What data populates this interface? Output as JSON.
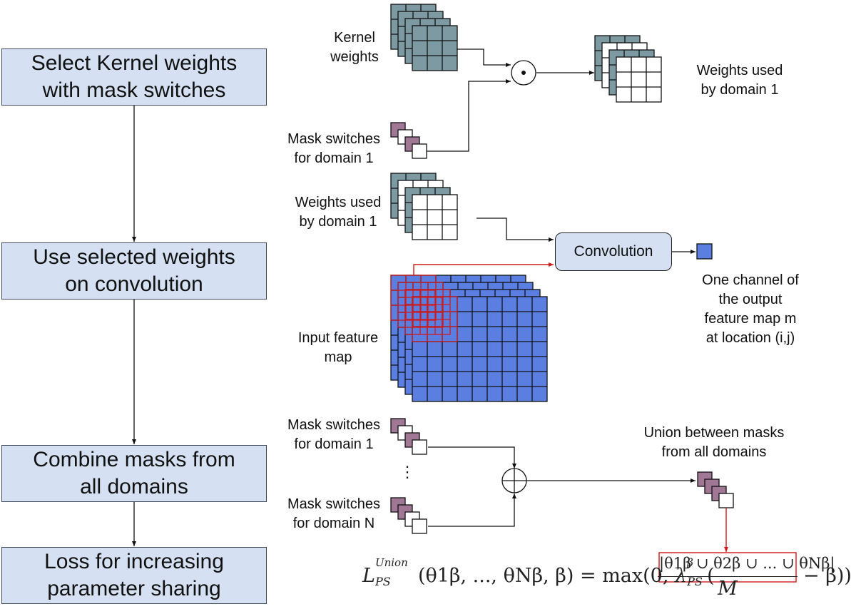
{
  "steps": [
    {
      "label": "Select Kernel weights\nwith mask switches"
    },
    {
      "label": "Use selected weights\non convolution"
    },
    {
      "label": "Combine masks from\nall domains"
    },
    {
      "label": "Loss for increasing\nparameter sharing"
    }
  ],
  "labels": {
    "kernel_weights": "Kernel\nweights",
    "mask_switches_domain1_top": "Mask switches\nfor domain 1",
    "weights_used_domain1_right": "Weights used\nby domain 1",
    "weights_used_domain1_mid": "Weights used\nby domain 1",
    "convolution": "Convolution",
    "input_feature_map": "Input feature\nmap",
    "output_channel": "One channel of\nthe output\nfeature map m\nat location (i,j)",
    "mask_switches_domain1_bottom": "Mask switches\nfor domain 1",
    "ellipsis": "⋮",
    "mask_switches_domainN": "Mask switches\nfor domain N",
    "union_masks": "Union between masks\nfrom all domains"
  },
  "operators": {
    "elementwise_product": "⊙",
    "union_sum": "⊕"
  },
  "formula": {
    "lhs_symbol": "L",
    "lhs_sub": "PS",
    "lhs_sup": "Union",
    "args": "(θ1β, ..., θNβ, β)",
    "rhs_prefix": "= max(0, ",
    "lambda": "λ",
    "lambda_sub": "PS",
    "lambda_sup": "β",
    "numerator": "|θ1β ∪ θ2β ∪ ... ∪ θNβ|",
    "denominator": "M",
    "rhs_suffix": "− β))"
  },
  "colors": {
    "step_fill": "#d5e1f2",
    "kernel_fill": "#7d9aa3",
    "mask_fill": "#a07896",
    "feature_fill": "#5b7fe0",
    "highlight_red": "#d11a1a",
    "output_fill": "#5b7fe0"
  }
}
